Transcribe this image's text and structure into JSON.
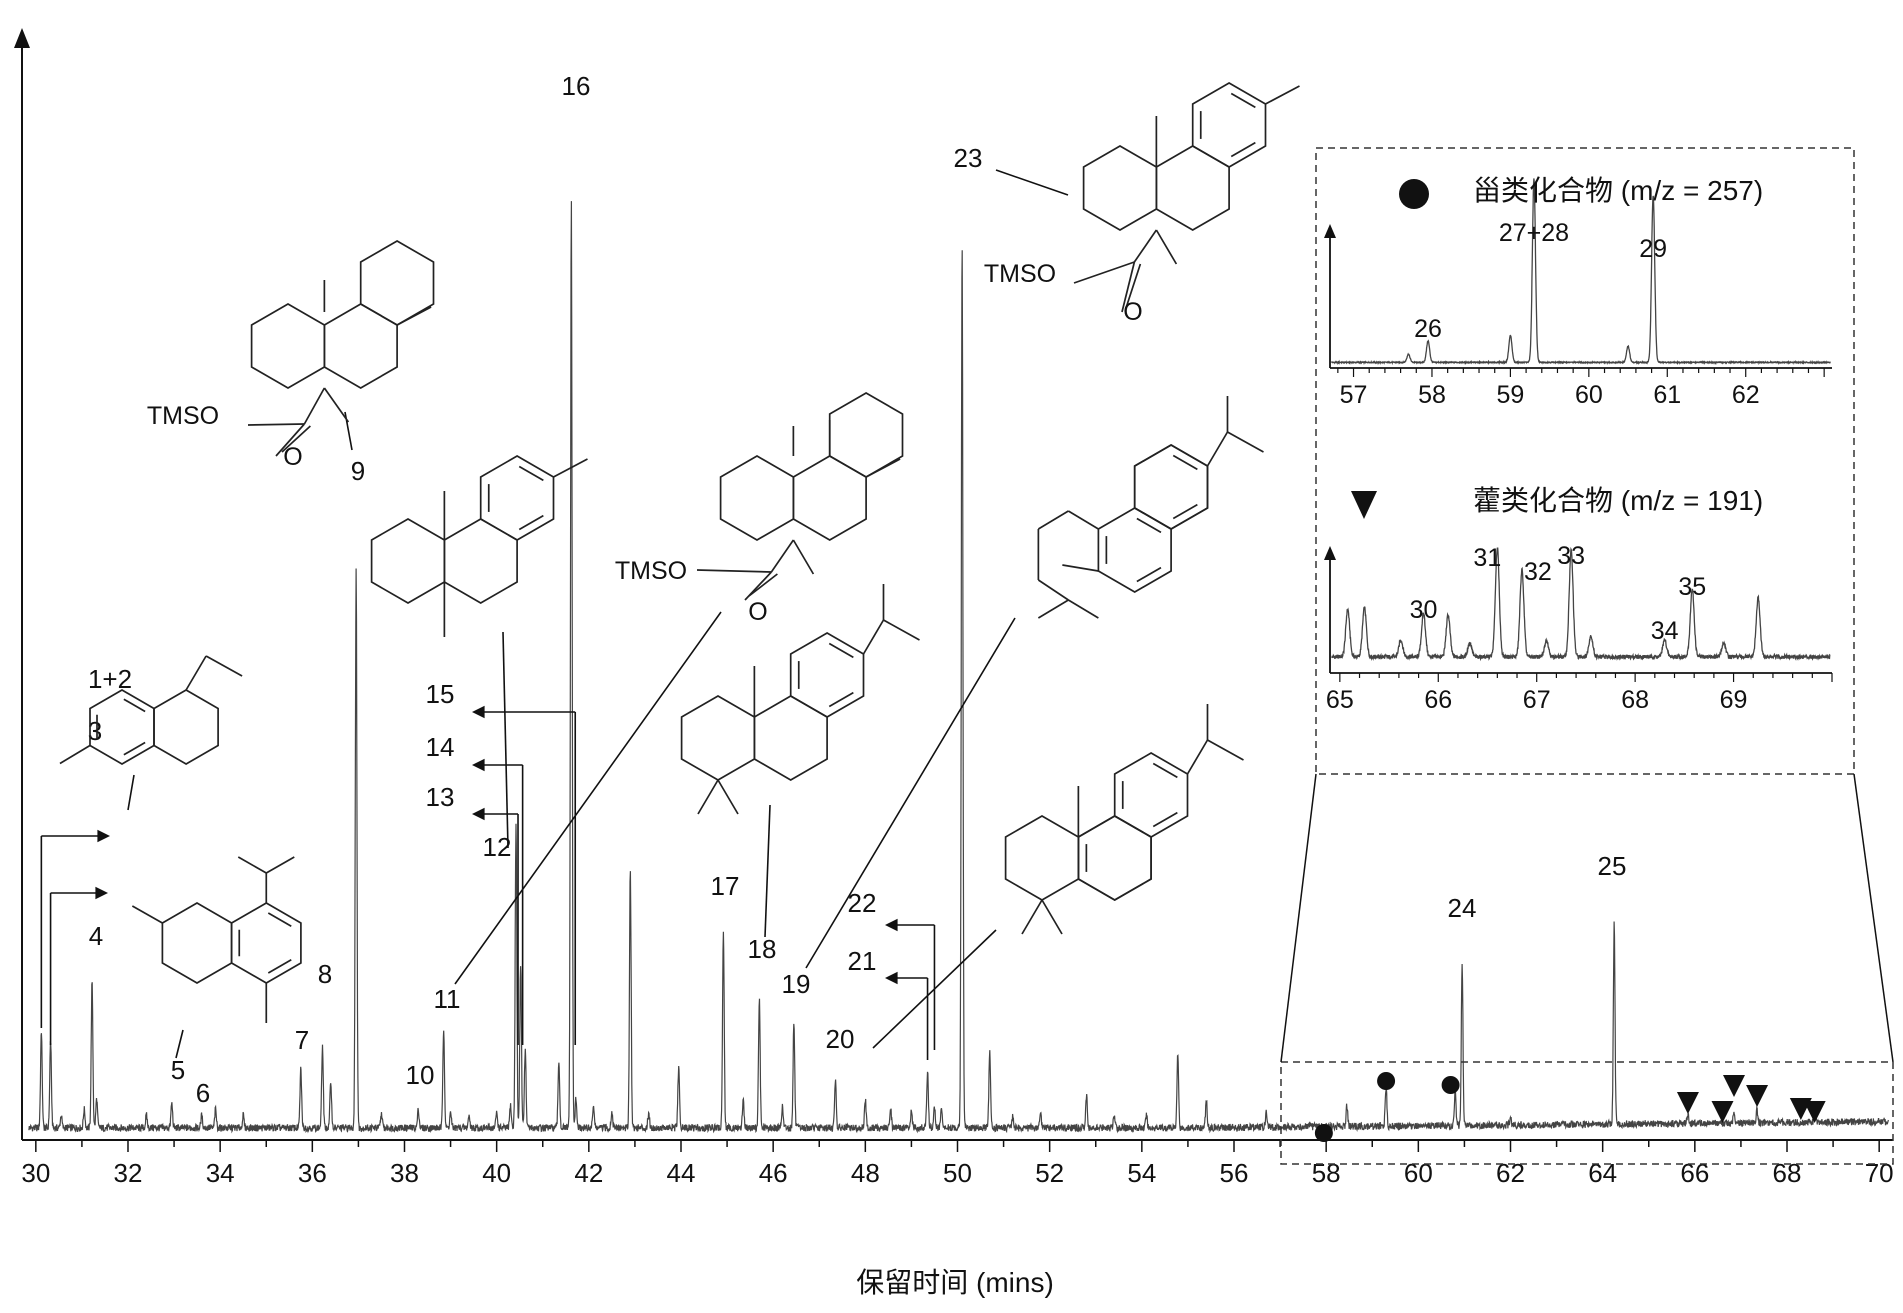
{
  "chart_data": {
    "type": "line",
    "xlabel": "保留时间 (mins)",
    "ylabel": "",
    "xlim": [
      29.7,
      70.3
    ],
    "x_ticks": [
      30,
      32,
      34,
      36,
      38,
      40,
      42,
      44,
      46,
      48,
      50,
      52,
      54,
      56,
      58,
      60,
      62,
      64,
      66,
      68,
      70
    ],
    "grid": false,
    "main_peaks": [
      {
        "label": "1+2",
        "x": 30.12,
        "h": 0.095
      },
      {
        "label": "",
        "x": 30.32,
        "h": 0.085
      },
      {
        "label": "",
        "x": 30.55,
        "h": 0.012
      },
      {
        "label": "",
        "x": 31.05,
        "h": 0.018
      },
      {
        "label": "4",
        "x": 31.22,
        "h": 0.141
      },
      {
        "label": "",
        "x": 31.32,
        "h": 0.028
      },
      {
        "label": "",
        "x": 32.4,
        "h": 0.012
      },
      {
        "label": "5",
        "x": 32.95,
        "h": 0.024
      },
      {
        "label": "6",
        "x": 33.6,
        "h": 0.012
      },
      {
        "label": "",
        "x": 33.9,
        "h": 0.018
      },
      {
        "label": "",
        "x": 34.5,
        "h": 0.012
      },
      {
        "label": "7",
        "x": 35.75,
        "h": 0.057
      },
      {
        "label": "8",
        "x": 36.22,
        "h": 0.078
      },
      {
        "label": "",
        "x": 36.4,
        "h": 0.045
      },
      {
        "label": "9",
        "x": 36.95,
        "h": 0.542
      },
      {
        "label": "",
        "x": 37.5,
        "h": 0.014
      },
      {
        "label": "10",
        "x": 38.3,
        "h": 0.018
      },
      {
        "label": "11",
        "x": 38.85,
        "h": 0.098
      },
      {
        "label": "",
        "x": 39.0,
        "h": 0.015
      },
      {
        "label": "",
        "x": 39.4,
        "h": 0.012
      },
      {
        "label": "",
        "x": 40.0,
        "h": 0.015
      },
      {
        "label": "12",
        "x": 40.3,
        "h": 0.022
      },
      {
        "label": "13",
        "x": 40.42,
        "h": 0.295
      },
      {
        "label": "14",
        "x": 40.52,
        "h": 0.16
      },
      {
        "label": "15",
        "x": 40.62,
        "h": 0.075
      },
      {
        "label": "",
        "x": 41.35,
        "h": 0.065
      },
      {
        "label": "16",
        "x": 41.62,
        "h": 0.899
      },
      {
        "label": "",
        "x": 41.72,
        "h": 0.028
      },
      {
        "label": "",
        "x": 42.1,
        "h": 0.022
      },
      {
        "label": "",
        "x": 42.5,
        "h": 0.015
      },
      {
        "label": "",
        "x": 42.9,
        "h": 0.253
      },
      {
        "label": "",
        "x": 43.3,
        "h": 0.015
      },
      {
        "label": "",
        "x": 43.95,
        "h": 0.058
      },
      {
        "label": "17",
        "x": 44.92,
        "h": 0.191
      },
      {
        "label": "",
        "x": 45.35,
        "h": 0.028
      },
      {
        "label": "18",
        "x": 45.7,
        "h": 0.125
      },
      {
        "label": "",
        "x": 46.2,
        "h": 0.02
      },
      {
        "label": "19",
        "x": 46.45,
        "h": 0.102
      },
      {
        "label": "",
        "x": 47.35,
        "h": 0.047
      },
      {
        "label": "",
        "x": 48.0,
        "h": 0.027
      },
      {
        "label": "",
        "x": 48.55,
        "h": 0.018
      },
      {
        "label": "20",
        "x": 49.0,
        "h": 0.016
      },
      {
        "label": "21",
        "x": 49.35,
        "h": 0.055
      },
      {
        "label": "22",
        "x": 49.5,
        "h": 0.02
      },
      {
        "label": "",
        "x": 49.65,
        "h": 0.018
      },
      {
        "label": "23",
        "x": 50.1,
        "h": 0.864
      },
      {
        "label": "",
        "x": 50.7,
        "h": 0.075
      },
      {
        "label": "",
        "x": 51.2,
        "h": 0.012
      },
      {
        "label": "",
        "x": 51.8,
        "h": 0.015
      },
      {
        "label": "",
        "x": 52.8,
        "h": 0.032
      },
      {
        "label": "",
        "x": 53.4,
        "h": 0.012
      },
      {
        "label": "",
        "x": 54.1,
        "h": 0.012
      },
      {
        "label": "",
        "x": 54.78,
        "h": 0.072
      },
      {
        "label": "",
        "x": 55.4,
        "h": 0.027
      },
      {
        "label": "",
        "x": 56.7,
        "h": 0.014
      },
      {
        "label": "",
        "x": 58.45,
        "h": 0.02
      },
      {
        "label": "",
        "x": 59.3,
        "h": 0.038
      },
      {
        "label": "",
        "x": 60.8,
        "h": 0.035
      },
      {
        "label": "24",
        "x": 60.95,
        "h": 0.158
      },
      {
        "label": "",
        "x": 62.0,
        "h": 0.008
      },
      {
        "label": "25",
        "x": 64.25,
        "h": 0.195
      },
      {
        "label": "",
        "x": 65.85,
        "h": 0.008
      },
      {
        "label": "",
        "x": 66.85,
        "h": 0.01
      },
      {
        "label": "",
        "x": 67.35,
        "h": 0.012
      },
      {
        "label": "",
        "x": 68.6,
        "h": 0.008
      }
    ],
    "peak_labels": [
      "1+2",
      "3",
      "4",
      "5",
      "6",
      "7",
      "8",
      "9",
      "10",
      "11",
      "12",
      "13",
      "14",
      "15",
      "16",
      "17",
      "18",
      "19",
      "20",
      "21",
      "22",
      "23",
      "24",
      "25"
    ],
    "structure_labels": {
      "tmso": "TMSO",
      "oxygen": "O"
    },
    "markers": {
      "circle": [
        57.95,
        59.3,
        60.7
      ],
      "triangle": [
        65.85,
        66.6,
        66.85,
        67.35,
        68.3,
        68.6
      ]
    },
    "insets": [
      {
        "title": "甾类化合物 (m/z = 257)",
        "marker": "circle",
        "xlim": [
          56.7,
          63.1
        ],
        "x_ticks": [
          57,
          58,
          59,
          60,
          61,
          62
        ],
        "peaks": [
          {
            "label": "",
            "x": 57.7,
            "h": 0.03
          },
          {
            "label": "26",
            "x": 57.95,
            "h": 0.08
          },
          {
            "label": "",
            "x": 59.0,
            "h": 0.1
          },
          {
            "label": "27+28",
            "x": 59.3,
            "h": 0.68
          },
          {
            "label": "",
            "x": 60.5,
            "h": 0.06
          },
          {
            "label": "29",
            "x": 60.82,
            "h": 0.62
          }
        ]
      },
      {
        "title": "藿类化合物 (m/z = 191)",
        "marker": "triangle",
        "xlim": [
          64.9,
          70.0
        ],
        "x_ticks": [
          65,
          66,
          67,
          68,
          69
        ],
        "peaks": [
          {
            "label": "",
            "x": 65.08,
            "h": 0.34
          },
          {
            "label": "",
            "x": 65.25,
            "h": 0.35
          },
          {
            "label": "",
            "x": 65.62,
            "h": 0.12
          },
          {
            "label": "30",
            "x": 65.85,
            "h": 0.31
          },
          {
            "label": "",
            "x": 66.1,
            "h": 0.3
          },
          {
            "label": "",
            "x": 66.32,
            "h": 0.1
          },
          {
            "label": "31",
            "x": 66.6,
            "h": 0.78
          },
          {
            "label": "32",
            "x": 66.85,
            "h": 0.62
          },
          {
            "label": "",
            "x": 67.1,
            "h": 0.12
          },
          {
            "label": "33",
            "x": 67.35,
            "h": 0.76
          },
          {
            "label": "",
            "x": 67.55,
            "h": 0.15
          },
          {
            "label": "34",
            "x": 68.3,
            "h": 0.12
          },
          {
            "label": "35",
            "x": 68.58,
            "h": 0.48
          },
          {
            "label": "",
            "x": 68.9,
            "h": 0.1
          },
          {
            "label": "",
            "x": 69.25,
            "h": 0.42
          }
        ]
      }
    ]
  }
}
